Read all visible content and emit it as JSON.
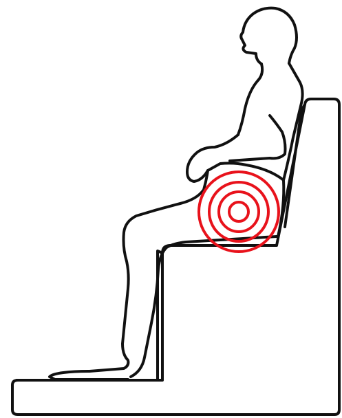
{
  "illustration": {
    "subject": "seated-person-in-profile",
    "furniture": "stepped-seat-with-backrest",
    "line_color": "#111111",
    "background_color": "#ffffff"
  },
  "highlight": {
    "type": "concentric-rings",
    "color": "#e8121b",
    "ring_count": 4
  }
}
